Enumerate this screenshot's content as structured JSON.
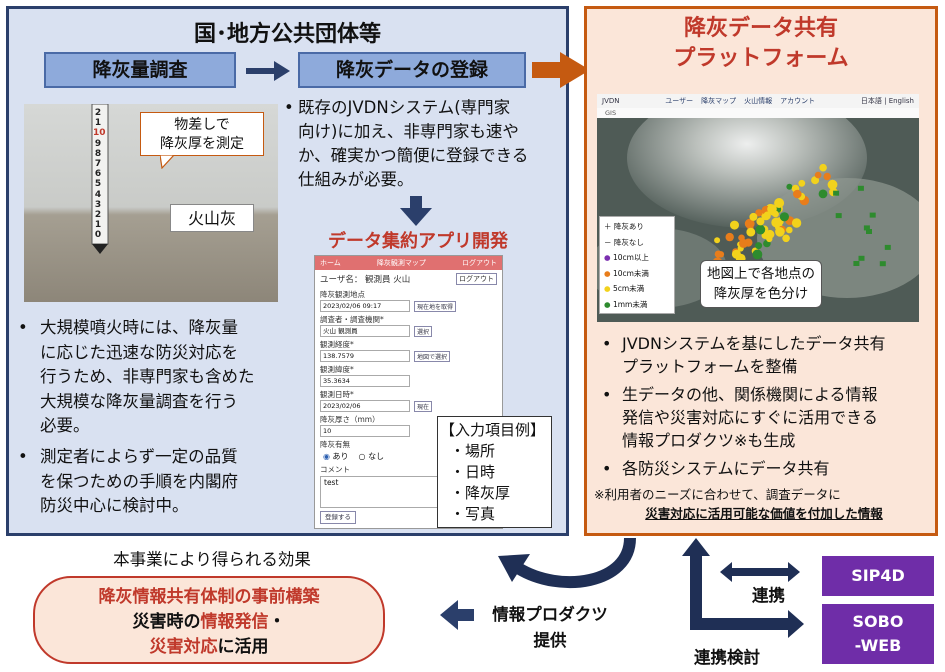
{
  "left_panel": {
    "title": "国･地方公共団体等",
    "box_survey": "降灰量調査",
    "box_register": "降灰データの登録",
    "photo_callout": [
      "物差しで",
      "降灰厚を測定"
    ],
    "photo_label": "火山灰",
    "scale_digits": [
      "0",
      "1",
      "2",
      "3",
      "4",
      "5",
      "6",
      "7",
      "8",
      "9",
      "10",
      "1",
      "2"
    ],
    "register_bullet": [
      "既存のJVDNシステム(専門家",
      "向け)に加え、非専門家も速や",
      "か、確実かつ簡便に登録できる",
      "仕組みが必要。"
    ],
    "app_title": "データ集約アプリ開発",
    "input_example": {
      "title": "【入力項目例】",
      "items": [
        "・場所",
        "・日時",
        "・降灰厚",
        "・写真"
      ]
    },
    "bullets": [
      [
        "大規模噴火時には、降灰量",
        "に応じた迅速な防災対応を",
        "行うため、非専門家も含めた",
        "大規模な降灰量調査を行う",
        "必要。"
      ],
      [
        "測定者によらず一定の品質",
        "を保つための手順を内閣府",
        "防災中心に検討中。"
      ]
    ]
  },
  "app_screen": {
    "header_left": "ホーム",
    "header_mid": "降灰観測マップ",
    "header_right": "ログアウト",
    "user_line": "ユーザ名： 観測員 火山",
    "logout": "ログアウト",
    "fields": [
      {
        "label": "降灰観測地点",
        "value": "2023/02/06 09:17",
        "btn": "現在地を取得"
      },
      {
        "label": "調査者・調査機関*",
        "value": "火山 観測員",
        "btn": "選択"
      },
      {
        "label": "観測経度*",
        "value": "138.7579",
        "btn": "地図で選択"
      },
      {
        "label": "観測緯度*",
        "value": "35.3634",
        "btn": ""
      },
      {
        "label": "観測日時*",
        "value": "2023/02/06",
        "btn": "現在"
      },
      {
        "label": "降灰厚さ（mm）",
        "value": "10",
        "btn": ""
      }
    ],
    "radio_label": "降灰有無",
    "radio_yes": "あり",
    "radio_no": "なし",
    "comment_label": "コメント",
    "comment_value": "test",
    "submit": "登録する"
  },
  "right_panel": {
    "title_lines": [
      "降灰データ共有",
      "プラットフォーム"
    ],
    "map_header": {
      "app": "JVDN",
      "menu": [
        "ユーザー",
        "降灰マップ",
        "火山情報",
        "アカウント"
      ],
      "lang": "日本語 | English",
      "sub": "GIS"
    },
    "legend": [
      "降灰あり",
      "降灰なし",
      "10cm以上",
      "10cm未満",
      "5cm未満",
      "1mm未満"
    ],
    "map_callout": [
      "地図上で各地点の",
      "降灰厚を色分け"
    ],
    "bullets": [
      [
        "JVDNシステムを基にしたデータ共有",
        "プラットフォームを整備"
      ],
      [
        "生データの他、関係機関による情報",
        "発信や災害対応にすぐに活用できる",
        "情報プロダクツ※も生成"
      ],
      [
        "各防災システムにデータ共有"
      ]
    ],
    "note_line1": "※利用者のニーズに合わせて、調査データに",
    "note_line2": "災害対応に活用可能な価値を付加した情報"
  },
  "bottom": {
    "effect_header": "本事業により得られる効果",
    "effect_line1": "降灰情報共有体制の事前構築",
    "effect_line2a": "災害時の",
    "effect_line2b": "情報発信",
    "effect_line2c": "・",
    "effect_line3a": "災害対応",
    "effect_line3b": "に活用",
    "product_label1": "情報プロダクツ",
    "product_label2": "提供",
    "link_label": "連携",
    "link_study_label": "連携検討",
    "sip4d": "SIP4D",
    "sobo": [
      "SOBO",
      "-WEB"
    ]
  },
  "colors": {
    "navy": "#2b3f6b",
    "orange": "#c55a11",
    "red": "#c0392b",
    "purple": "#6f2da8",
    "light_blue": "#d9e1f1",
    "light_orange": "#fbe6d9"
  }
}
